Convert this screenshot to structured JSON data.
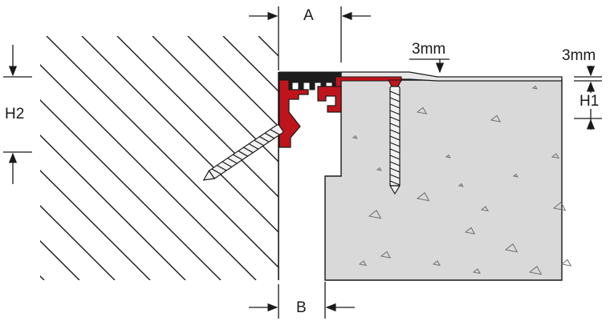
{
  "labels": {
    "a": "A",
    "b": "B",
    "gap_top": "3mm",
    "gap_side": "3mm",
    "h1": "H1",
    "h2": "H2"
  },
  "colors": {
    "concrete": "#d9d9d9",
    "profile_red": "#c0141c",
    "insert_black": "#1c1c1c",
    "line": "#1a1a1a",
    "screw": "#f2f2f2",
    "cover": "#e8e8e8"
  }
}
